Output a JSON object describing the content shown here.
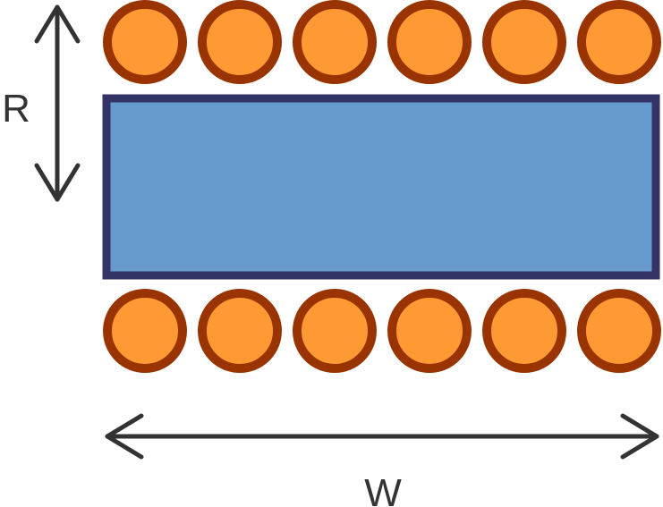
{
  "labels": {
    "height_dimension": "R",
    "width_dimension": "W"
  },
  "colors": {
    "circle_fill": "#FF9933",
    "circle_stroke": "#993300",
    "rect_fill": "#6699CC",
    "rect_stroke": "#333366",
    "arrow": "#333333",
    "text": "#333333"
  },
  "icons": {
    "vertical_arrow": "double-headed-arrow-vertical",
    "horizontal_arrow": "double-headed-arrow-horizontal"
  },
  "rows": {
    "top_circle_count": 6,
    "bottom_circle_count": 6
  }
}
